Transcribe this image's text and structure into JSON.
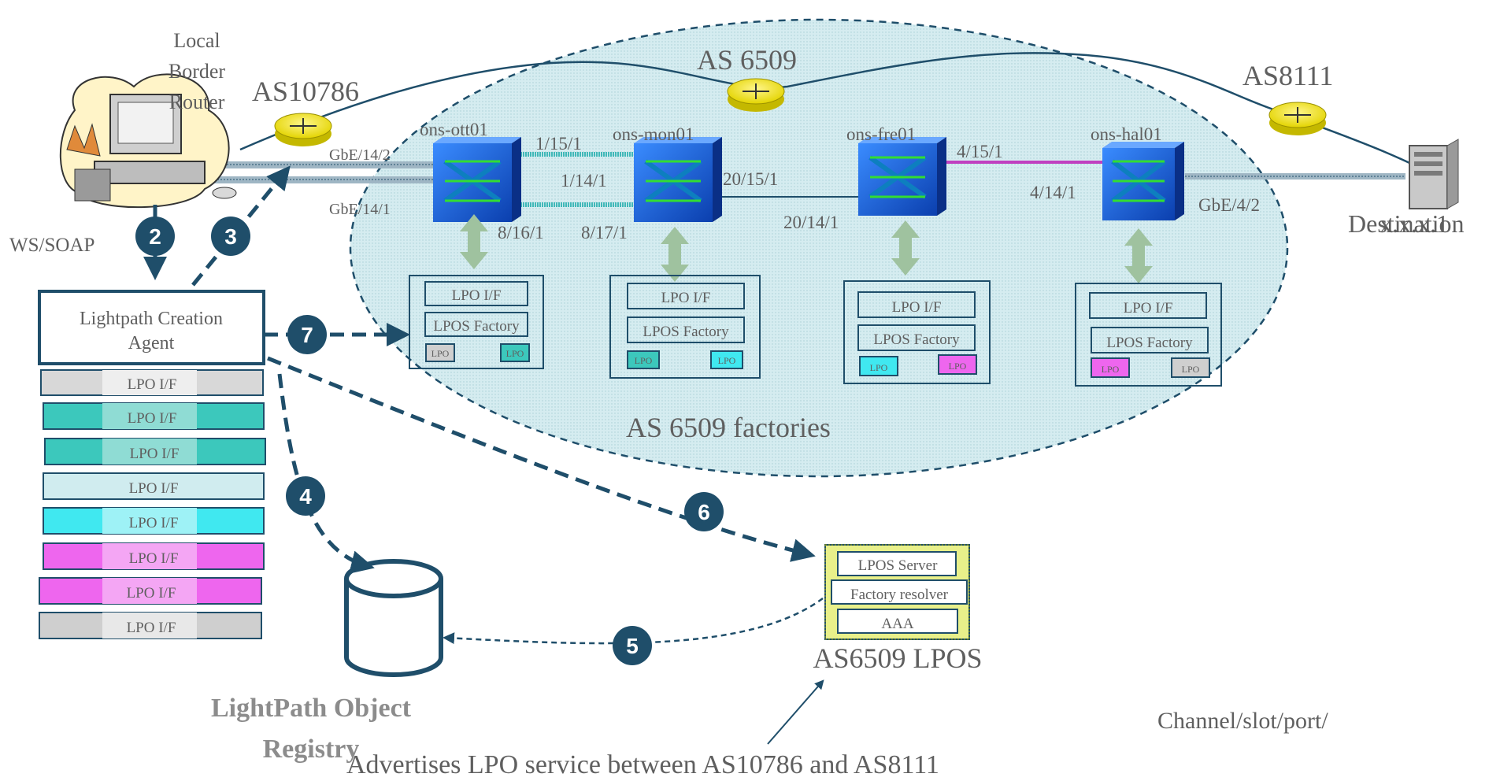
{
  "colors": {
    "navy": "#1f4e6a",
    "cloud_fill": "#d5ecf0",
    "cyan_link": "#40b8b8",
    "magenta_link": "#c040c0",
    "switch_blue": "#1a5fd8",
    "arrow_green": "#9fc29f",
    "router_yellow": "#f2e600",
    "lpo_grey": "#cfcfcf",
    "lpo_teal": "#3cc8bc",
    "lpo_cyan": "#40e8f0",
    "lpo_magenta": "#ee66ee"
  },
  "left": {
    "router_label": [
      "Local",
      "Border",
      "Router"
    ],
    "ws_soap": "WS/SOAP",
    "agent_label": [
      "Lightpath Creation",
      "Agent"
    ],
    "lpo_stack": [
      {
        "label": "LPO I/F",
        "color": "#d8d8d8"
      },
      {
        "label": "LPO I/F",
        "color": "#3cc8bc"
      },
      {
        "label": "LPO I/F",
        "color": "#3cc8bc"
      },
      {
        "label": "LPO I/F",
        "color": "#d0ecef"
      },
      {
        "label": "LPO I/F",
        "color": "#40e8f0"
      },
      {
        "label": "LPO I/F",
        "color": "#ee66ee"
      },
      {
        "label": "LPO I/F",
        "color": "#ee66ee"
      },
      {
        "label": "LPO I/F",
        "color": "#cfcfcf"
      }
    ],
    "registry_label": [
      "LightPath Object",
      "Registry"
    ]
  },
  "as_labels": {
    "as10786": "AS10786",
    "as6509": "AS 6509",
    "as8111": "AS8111",
    "factories": "AS 6509 factories"
  },
  "destination": [
    "Destination",
    "x.x.x.1"
  ],
  "nodes": [
    {
      "name": "ons-ott01",
      "ports_left": [
        "GbE/14/2",
        "GbE/14/1"
      ],
      "bottom": "8/16/1"
    },
    {
      "name": "ons-mon01",
      "bottom": "8/17/1"
    },
    {
      "name": "ons-fre01"
    },
    {
      "name": "ons-hal01",
      "right": "GbE/4/2"
    }
  ],
  "port_labels": {
    "p1": "1/15/1",
    "p2": "1/14/1",
    "p3": "20/15/1",
    "p4": "20/14/1",
    "p5": "4/15/1",
    "p6": "4/14/1"
  },
  "factories": [
    {
      "iface": "LPO I/F",
      "factory": "LPOS Factory",
      "lpo_a": "LPO",
      "lpo_b": "LPO",
      "color_a": "#cfcfcf",
      "color_b": "#3cc8bc"
    },
    {
      "iface": "LPO I/F",
      "factory": "LPOS Factory",
      "lpo_a": "LPO",
      "lpo_b": "LPO",
      "color_a": "#3cc8bc",
      "color_b": "#40e8f0"
    },
    {
      "iface": "LPO I/F",
      "factory": "LPOS Factory",
      "lpo_a": "LPO",
      "lpo_b": "LPO",
      "color_a": "#40e8f0",
      "color_b": "#ee66ee"
    },
    {
      "iface": "LPO I/F",
      "factory": "LPOS Factory",
      "lpo_a": "LPO",
      "lpo_b": "LPO",
      "color_a": "#ee66ee",
      "color_b": "#cfcfcf"
    }
  ],
  "lpos": {
    "server": "LPOS Server",
    "resolver": "Factory resolver",
    "aaa": "AAA",
    "label": "AS6509 LPOS"
  },
  "steps": [
    "2",
    "3",
    "4",
    "5",
    "6",
    "7"
  ],
  "notes": {
    "channel": "Channel/slot/port/",
    "advertises": "Advertises  LPO service between AS10786 and AS8111"
  }
}
